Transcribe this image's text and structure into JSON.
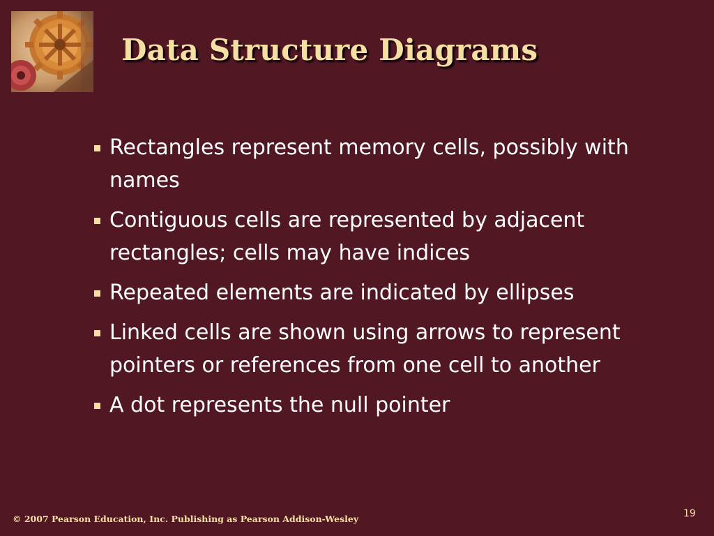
{
  "slide": {
    "title": "Data Structure Diagrams",
    "bullets": [
      "Rectangles represent memory cells, possibly with names",
      "Contiguous cells are represented by adjacent rectangles; cells may have indices",
      "Repeated elements are indicated by ellipses",
      "Linked cells are shown using arrows to represent pointers or references from one cell to another",
      "A dot represents the null pointer"
    ],
    "footer": {
      "copyright": "© 2007 Pearson Education, Inc. Publishing as Pearson Addison-Wesley",
      "page_number": "19"
    }
  },
  "colors": {
    "background": "#511824",
    "title": "#f6dfa3",
    "body_text": "#ffffff",
    "bullet": "#f6dfa3"
  },
  "icons": {
    "corner_image": "clockwork-gears-image",
    "bullet": "square-bullet-icon"
  }
}
